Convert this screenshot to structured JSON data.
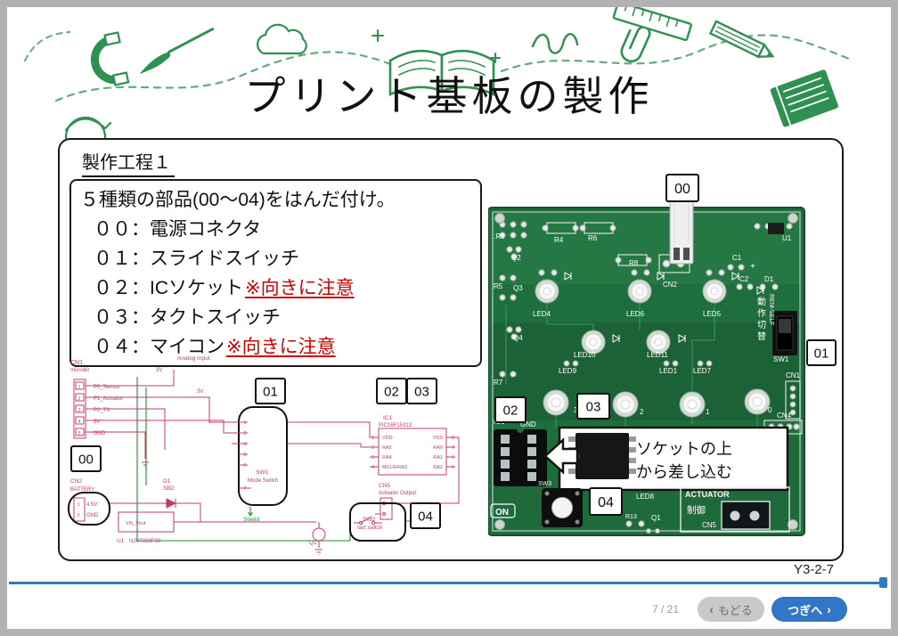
{
  "title": "プリント基板の製作",
  "process": {
    "heading": "製作工程１",
    "intro": "５種類の部品(00～04)をはんだ付け。",
    "parts": [
      {
        "text": "００：電源コネクタ",
        "warning": ""
      },
      {
        "text": "０１：スライドスイッチ",
        "warning": ""
      },
      {
        "text": "０２：ICソケット",
        "warning": "※向きに注意"
      },
      {
        "text": "０３：タクトスイッチ",
        "warning": ""
      },
      {
        "text": "０４：マイコン",
        "warning": "※向きに注意"
      }
    ]
  },
  "callouts": {
    "c00": "00",
    "c01": "01",
    "c02": "02",
    "c03": "03",
    "c04": "04"
  },
  "insert_note": {
    "line1": "ソケットの上",
    "line2": "から差し込む"
  },
  "page_label": "Y3-2-7",
  "footer": {
    "page_counter": "7 / 21",
    "back_label": "もどる",
    "next_label": "つぎへ",
    "back_chevron": "‹",
    "next_chevron": "›"
  },
  "schematic": {
    "labels": {
      "cn1": "CN1",
      "cn1_sub": "microbit",
      "analog_input": "Analog Input",
      "v3a": "3V",
      "v3b": "3V",
      "p0": "P0_Sensor",
      "p1": "P1_Actuator",
      "p2": "P2_TX",
      "p3": "3V",
      "p4": "GND",
      "sw1": "SW1",
      "sw1_sub": "Mode Switch",
      "shield": "Shield",
      "ic1": "IC1",
      "ic1_sub": "PIC16F15313",
      "vdd": "VDD",
      "ra5": "RA5",
      "ra4": "RA4",
      "mclr": "MCLR/RA3",
      "vss": "VSS",
      "ra0": "RA0",
      "ra1": "RA1",
      "ra2": "RA2",
      "cn5": "CN5",
      "cn5_sub": "Actuator Output",
      "sw2": "SW2",
      "sw2_sub": "tact switch",
      "cn2": "CN2",
      "cn2_sub": "BATTERY",
      "bat1": "4.5V",
      "bat2": "GND",
      "d1": "D1",
      "d1_sub": "SBD",
      "u1": "U1",
      "u1_sub": "NJU7223F33",
      "u1_pins": "VIn_Vout",
      "q1": "Q1"
    },
    "cn1_pin_numbers": [
      "1",
      "2",
      "3",
      "4",
      "5"
    ],
    "sw1_pin_numbers": [
      "1",
      "2",
      "3",
      "5",
      "6",
      "7"
    ],
    "ic1_pin_numbers_left": [
      "1",
      "2",
      "3",
      "4"
    ],
    "ic1_pin_numbers_right": [
      "8",
      "7",
      "6",
      "5"
    ],
    "bat_pin_numbers": [
      "1",
      "2"
    ]
  },
  "pcb": {
    "labels": {
      "r3": ".R3",
      "r4": "R4",
      "r6": "R6",
      "q2": "Q2",
      "r8": "R8",
      "cn2": "CN2",
      "c1": "C1",
      "u1": "U1",
      "c2": "C2",
      "d1": "D1",
      "r5": "R5",
      "q3": "Q3",
      "q4": "Q4",
      "r7": "R7",
      "led4": "LED4",
      "led6": "LED6",
      "led5": "LED5",
      "led10": "LED10",
      "led11": "LED11",
      "led9": "LED9",
      "led1": "LED1",
      "led7": "LED7",
      "led8": "LED8",
      "ic1": "IC1",
      "gnd": "GND",
      "n3": "3",
      "n2": "2",
      "n1": "1",
      "n0": "0",
      "sw1": "SW1",
      "cn1": "CN1",
      "cn4": "CN4",
      "sw3": "SW3",
      "on": "ON",
      "r13": "R13",
      "q1": "Q1",
      "actuator": "ACTUATOR",
      "seigyo": "制御",
      "cn5": "CN5",
      "plus": "+"
    },
    "switch_vertical": {
      "kanji": "動作切替",
      "latin": "REM-SELF"
    }
  }
}
